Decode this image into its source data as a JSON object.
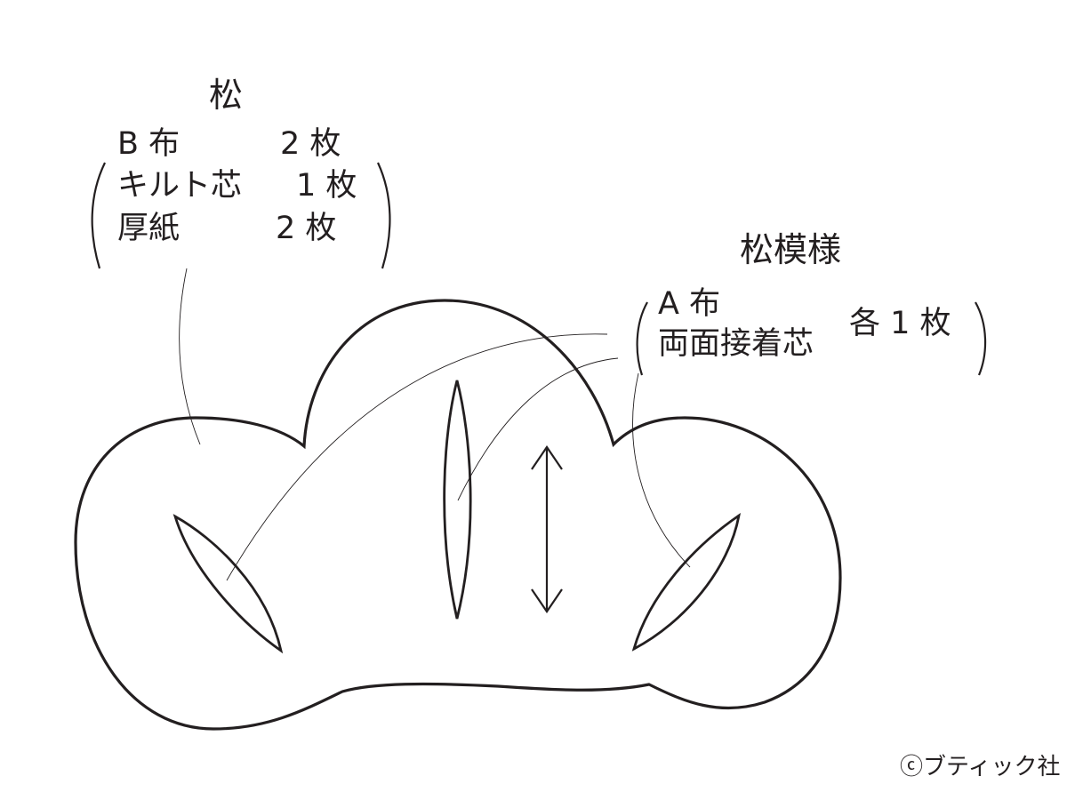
{
  "colors": {
    "line": "#231f20",
    "background": "#ffffff"
  },
  "pine_label": {
    "title": "松",
    "rows": [
      {
        "material": "B 布",
        "count": "2 枚"
      },
      {
        "material": "キルト芯",
        "count": "1 枚"
      },
      {
        "material": "厚紙",
        "count": "2 枚"
      }
    ]
  },
  "pattern_label": {
    "title": "松模様",
    "rows": [
      {
        "material": "A 布"
      },
      {
        "material": "両面接着芯"
      }
    ],
    "count": "各 1 枚"
  },
  "grain_arrow": {
    "icon": "double-headed-arrow-icon"
  },
  "credit": {
    "copyright_symbol": "ⓒ",
    "publisher": "ブティック社"
  }
}
